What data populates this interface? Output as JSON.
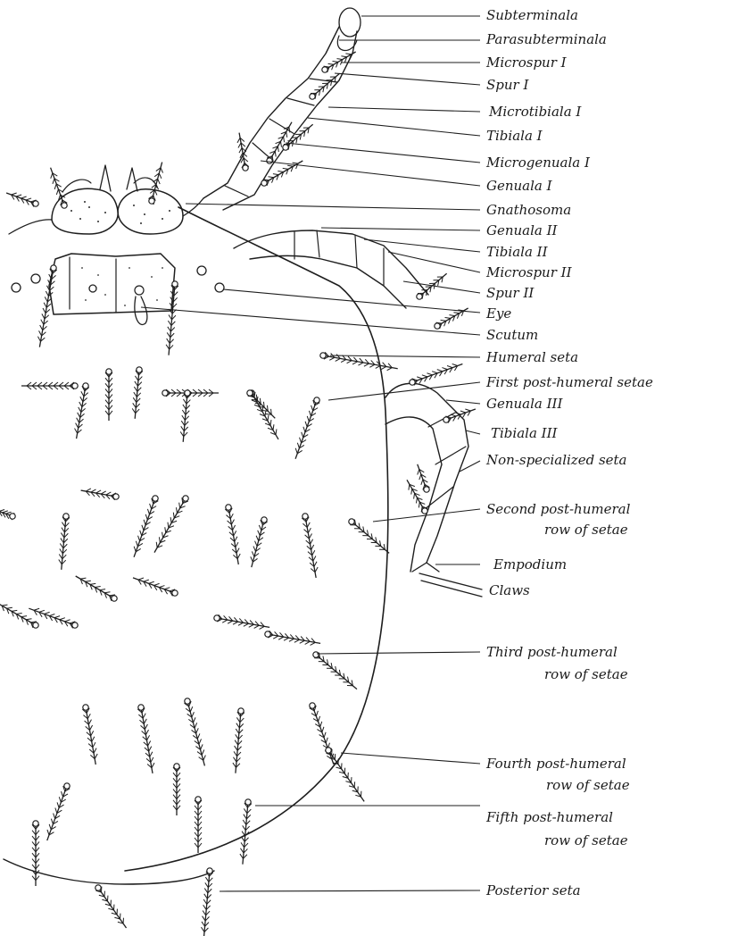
{
  "labels": [
    "Subterminala",
    "Parasubterminala",
    "Microspur I",
    "Spur I",
    "Microtibiala I",
    "Tibiala I",
    "Microgenuala I",
    "Genuala I",
    "Gnathosoma",
    "Genuala II",
    "Tibiala II",
    "Microspur II",
    "Spur II",
    "Eye",
    "Scutum",
    "Humeral seta",
    "First post-humeral setae",
    "Genuala III",
    "Tibiala III",
    "Non-specialized seta",
    "Second post-humeral",
    "row of setae",
    "Empodium",
    "Claws",
    "Third post-humeral",
    "row of setae",
    "Fourth post-humeral",
    "row of setae",
    "Fifth post-humeral",
    "row of setae",
    "Posterior seta"
  ]
}
